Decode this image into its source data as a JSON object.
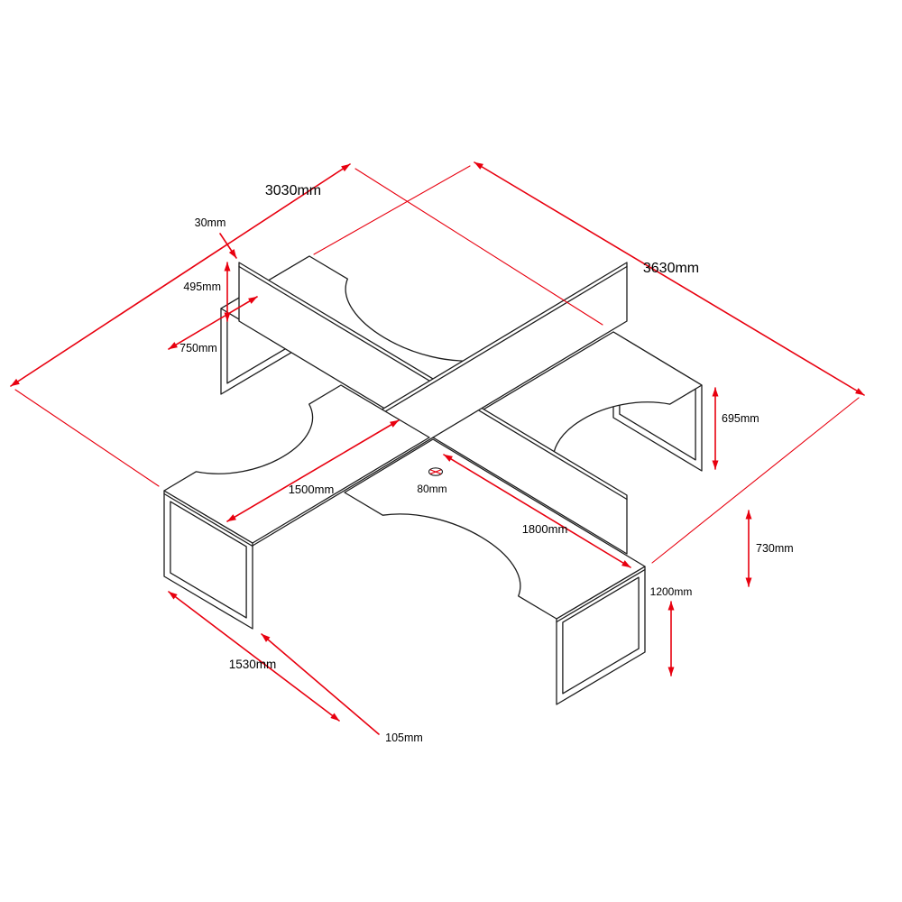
{
  "colors": {
    "dimension_red": "#e8000f",
    "line_ink": "#1c1c1c",
    "background": "#ffffff"
  },
  "dimension_labels": {
    "dim_3030": "3030mm",
    "dim_3630": "3630mm",
    "dim_30": "30mm",
    "dim_495": "495mm",
    "dim_750": "750mm",
    "dim_695": "695mm",
    "dim_1500": "1500mm",
    "dim_80": "80mm",
    "dim_1800": "1800mm",
    "dim_730": "730mm",
    "dim_1200": "1200mm",
    "dim_1530": "1530mm",
    "dim_105": "105mm"
  }
}
